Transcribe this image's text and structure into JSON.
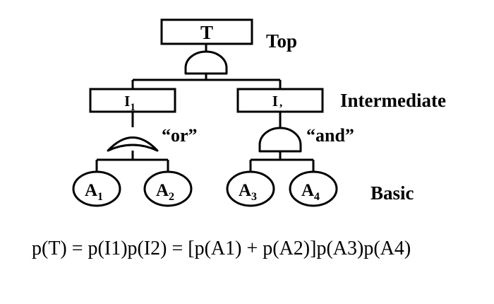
{
  "nodes": {
    "top": {
      "label": "T"
    },
    "intermediate_1": {
      "label": "I",
      "subscript": "1"
    },
    "intermediate_2": {
      "label": "I",
      "subscript": ","
    },
    "basic_1": {
      "label": "A",
      "subscript": "1"
    },
    "basic_2": {
      "label": "A",
      "subscript": "2"
    },
    "basic_3": {
      "label": "A",
      "subscript": "3"
    },
    "basic_4": {
      "label": "A",
      "subscript": "4"
    }
  },
  "level_labels": {
    "top": "Top",
    "intermediate": "Intermediate",
    "basic": "Basic"
  },
  "gate_labels": {
    "or": "“or”",
    "and": "“and”"
  },
  "formula": "p(T) = p(I1)p(I2) = [p(A1) + p(A2)]p(A3)p(A4)"
}
